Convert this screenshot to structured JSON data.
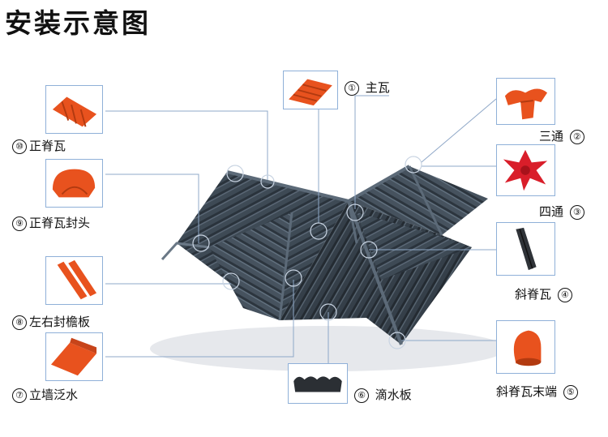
{
  "title": "安装示意图",
  "parts": [
    {
      "num": "①",
      "name": "主瓦"
    },
    {
      "num": "②",
      "name": "三通"
    },
    {
      "num": "③",
      "name": "四通"
    },
    {
      "num": "④",
      "name": "斜脊瓦"
    },
    {
      "num": "⑤",
      "name": "斜脊瓦末端"
    },
    {
      "num": "⑥",
      "name": "滴水板"
    },
    {
      "num": "⑦",
      "name": "立墙泛水"
    },
    {
      "num": "⑧",
      "name": "左右封檐板"
    },
    {
      "num": "⑨",
      "name": "正脊瓦封头"
    },
    {
      "num": "⑩",
      "name": "正脊瓦"
    }
  ],
  "colors": {
    "tile_orange": "#e8521e",
    "roof_dark": "#3e4a55",
    "leader_line": "#8fa8c8"
  }
}
